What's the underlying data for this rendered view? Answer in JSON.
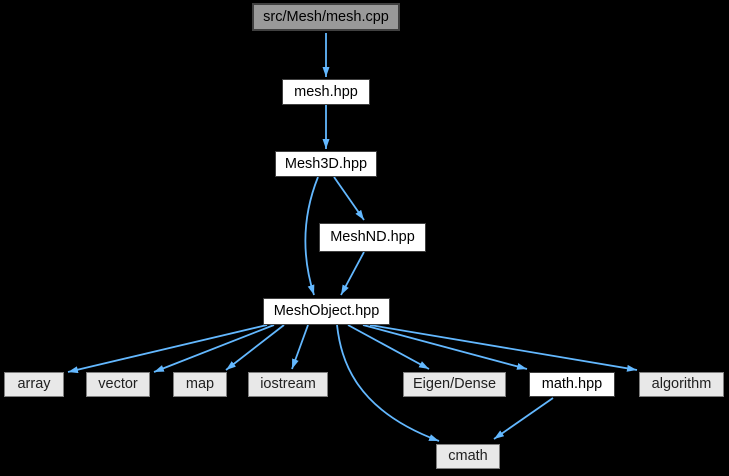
{
  "colors": {
    "background": "#000000",
    "edge": "#63b8ff",
    "current_node_fill": "#999999",
    "linked_node_fill": "#ffffff",
    "linked_node_border": "#404040",
    "external_node_fill": "#e8e8e8",
    "external_node_border": "#7f7f7f",
    "text": "#000000"
  },
  "graph": {
    "nodes": {
      "mesh_cpp": {
        "label": "src/Mesh/mesh.cpp",
        "kind": "current"
      },
      "mesh_hpp": {
        "label": "mesh.hpp",
        "kind": "linked"
      },
      "mesh3d_hpp": {
        "label": "Mesh3D.hpp",
        "kind": "linked"
      },
      "meshnd_hpp": {
        "label": "MeshND.hpp",
        "kind": "linked"
      },
      "meshobject_hpp": {
        "label": "MeshObject.hpp",
        "kind": "linked"
      },
      "array": {
        "label": "array",
        "kind": "external"
      },
      "vector": {
        "label": "vector",
        "kind": "external"
      },
      "map": {
        "label": "map",
        "kind": "external"
      },
      "iostream": {
        "label": "iostream",
        "kind": "external"
      },
      "eigen_dense": {
        "label": "Eigen/Dense",
        "kind": "external"
      },
      "math_hpp": {
        "label": "math.hpp",
        "kind": "linked"
      },
      "algorithm": {
        "label": "algorithm",
        "kind": "external"
      },
      "cmath": {
        "label": "cmath",
        "kind": "external"
      }
    },
    "edges": [
      {
        "from": "src/Mesh/mesh.cpp",
        "to": "mesh.hpp"
      },
      {
        "from": "mesh.hpp",
        "to": "Mesh3D.hpp"
      },
      {
        "from": "Mesh3D.hpp",
        "to": "MeshND.hpp"
      },
      {
        "from": "Mesh3D.hpp",
        "to": "MeshObject.hpp"
      },
      {
        "from": "MeshND.hpp",
        "to": "MeshObject.hpp"
      },
      {
        "from": "MeshObject.hpp",
        "to": "array"
      },
      {
        "from": "MeshObject.hpp",
        "to": "vector"
      },
      {
        "from": "MeshObject.hpp",
        "to": "map"
      },
      {
        "from": "MeshObject.hpp",
        "to": "iostream"
      },
      {
        "from": "MeshObject.hpp",
        "to": "Eigen/Dense"
      },
      {
        "from": "MeshObject.hpp",
        "to": "math.hpp"
      },
      {
        "from": "MeshObject.hpp",
        "to": "algorithm"
      },
      {
        "from": "MeshObject.hpp",
        "to": "cmath"
      },
      {
        "from": "math.hpp",
        "to": "cmath"
      }
    ]
  }
}
